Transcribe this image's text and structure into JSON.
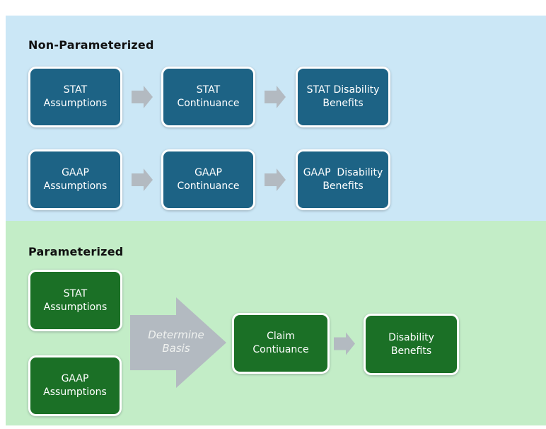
{
  "colors": {
    "panel-blue": "#cbe7f6",
    "panel-green": "#c3edc7",
    "box-teal": "#1d6385",
    "box-green": "#1b7026",
    "arrow-gray": "#b3bac1",
    "arrow-label": "#f0f2f0",
    "heading": "#111111"
  },
  "non_parameterized": {
    "title": "Non-Parameterized",
    "row1": [
      "STAT\nAssumptions",
      "STAT\nContinuance",
      "STAT Disability\nBenefits"
    ],
    "row2": [
      "GAAP\nAssumptions",
      "GAAP\nContinuance",
      "GAAP  Disability\nBenefits"
    ]
  },
  "parameterized": {
    "title": "Parameterized",
    "inputs": [
      "STAT\nAssumptions",
      "GAAP\nAssumptions"
    ],
    "arrow_label": "Determine\nBasis",
    "outputs": [
      "Claim\nContiuance",
      "Disability\nBenefits"
    ]
  }
}
